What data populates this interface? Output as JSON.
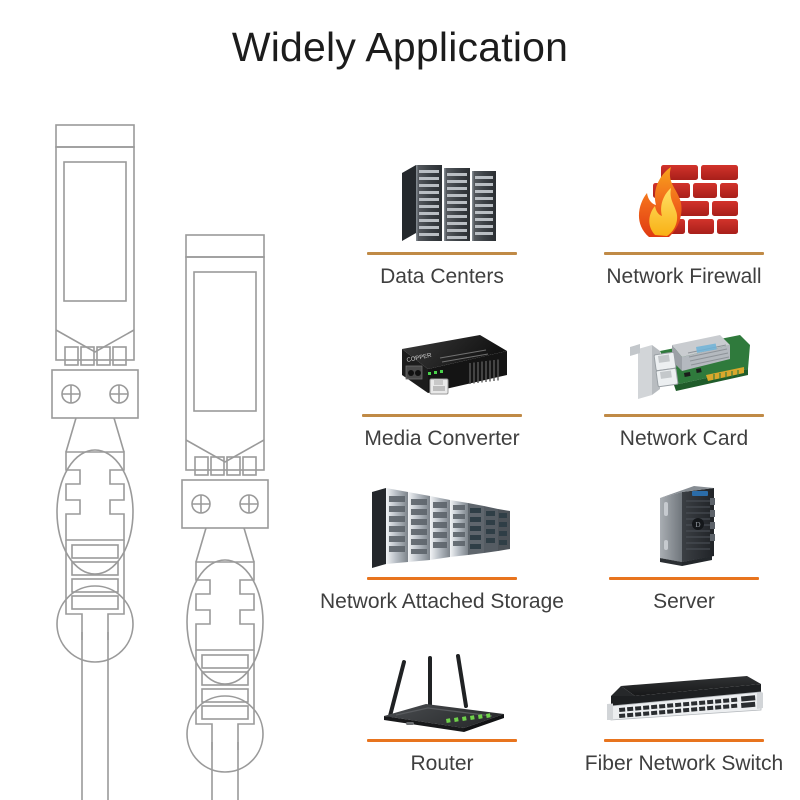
{
  "page": {
    "title": "Widely Application",
    "background_color": "#ffffff",
    "text_color": "#3a3a3a",
    "divider_color_top": "#c08a46",
    "divider_color_bottom": "#e8741e"
  },
  "illustration": {
    "name": "dac-twinax-cable-line-art",
    "description": "Line drawing of two SFP direct attach copper cable connectors with cables",
    "line_color": "#9a9a9a",
    "connectors": [
      {
        "label": "sfp-connector-left"
      },
      {
        "label": "sfp-connector-right"
      }
    ]
  },
  "applications": [
    {
      "label": "Data Centers",
      "icon": "server-racks-icon",
      "divider_color": "#c08a46",
      "divider_width": "dw-150"
    },
    {
      "label": "Network Firewall",
      "icon": "brick-wall-flame-icon",
      "divider_color": "#c08a46",
      "divider_width": "dw-160"
    },
    {
      "label": "Media Converter",
      "icon": "media-converter-box-icon",
      "divider_color": "#c08a46",
      "divider_width": "dw-160"
    },
    {
      "label": "Network Card",
      "icon": "pcie-network-card-icon",
      "divider_color": "#c08a46",
      "divider_width": "dw-160"
    },
    {
      "label": "Network Attached Storage",
      "icon": "storage-array-icon",
      "divider_color": "#e8741e",
      "divider_width": "dw-150"
    },
    {
      "label": "Server",
      "icon": "tower-server-icon",
      "divider_color": "#e8741e",
      "divider_width": "dw-150"
    },
    {
      "label": "Router",
      "icon": "wifi-router-icon",
      "divider_color": "#e8741e",
      "divider_width": "dw-150"
    },
    {
      "label": "Fiber Network Switch",
      "icon": "rackmount-switch-icon",
      "divider_color": "#e8741e",
      "divider_width": "dw-160"
    }
  ]
}
